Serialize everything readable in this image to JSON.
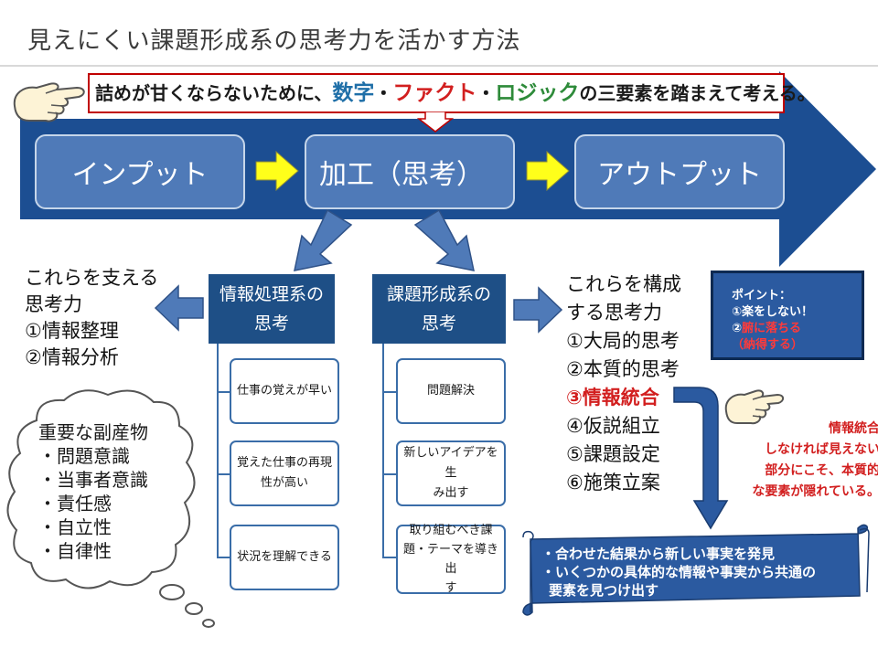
{
  "title": "見えにくい課題形成系の思考力を活かす方法",
  "callout": {
    "prefix": "詰めが甘くならないために、",
    "kw1": "数字",
    "sep1": "・",
    "kw2": "ファクト",
    "sep2": "・",
    "kw3": "ロジック",
    "suffix": "の三要素を踏まえて考える。"
  },
  "stages": {
    "input": "インプット",
    "process": "加工（思考）",
    "output": "アウトプット"
  },
  "info_system": {
    "header_line1": "情報処理系の",
    "header_line2": "思考",
    "items": [
      {
        "line1": "仕事の覚えが早い",
        "line2": ""
      },
      {
        "line1": "覚えた仕事の再現",
        "line2": "性が高い"
      },
      {
        "line1": "状況を理解できる",
        "line2": ""
      }
    ]
  },
  "issue_system": {
    "header_line1": "課題形成系の",
    "header_line2": "思考",
    "items": [
      {
        "line1": "問題解決",
        "line2": "",
        "line3": ""
      },
      {
        "line1": "新しいアイデアを生",
        "line2": "み出す",
        "line3": ""
      },
      {
        "line1": "取り組むべき課",
        "line2": "題・テーマを導き出",
        "line3": "す"
      }
    ]
  },
  "left_support": {
    "line1": "これらを支える",
    "line2": "思考力",
    "items": [
      "①情報整理",
      "②情報分析"
    ]
  },
  "right_compose": {
    "line1": "これらを構成",
    "line2": "する思考力",
    "items": [
      "①大局的思考",
      "②本質的思考",
      "③情報統合",
      "④仮説組立",
      "⑤課題設定",
      "⑥施策立案"
    ]
  },
  "point_box": {
    "label": "ポイント：",
    "line1": "①楽をしない！",
    "line2_prefix": "②",
    "line2_red": "腑に落ちる",
    "line3": "（納得する）"
  },
  "integration_note": {
    "line1": "情報統合",
    "line2": "しなければ見えない",
    "line3": "部分にこそ、本質的",
    "line4": "な要素が隠れている。"
  },
  "scroll": {
    "line1": "・合わせた結果から新しい事実を発見",
    "line2": "・いくつかの具体的な情報や事実から共通の",
    "line3": "要素を見つけ出す"
  },
  "cloud": {
    "title": "重要な副産物",
    "items": [
      "・問題意識",
      "・当事者意識",
      "・責任感",
      "・自立性",
      "・自律性"
    ]
  },
  "colors": {
    "arrow_blue": "#1c4e92",
    "box_blue": "#4f7ab8",
    "accent_red": "#d21f1f",
    "yellow_arrow": "#ffff1a"
  }
}
